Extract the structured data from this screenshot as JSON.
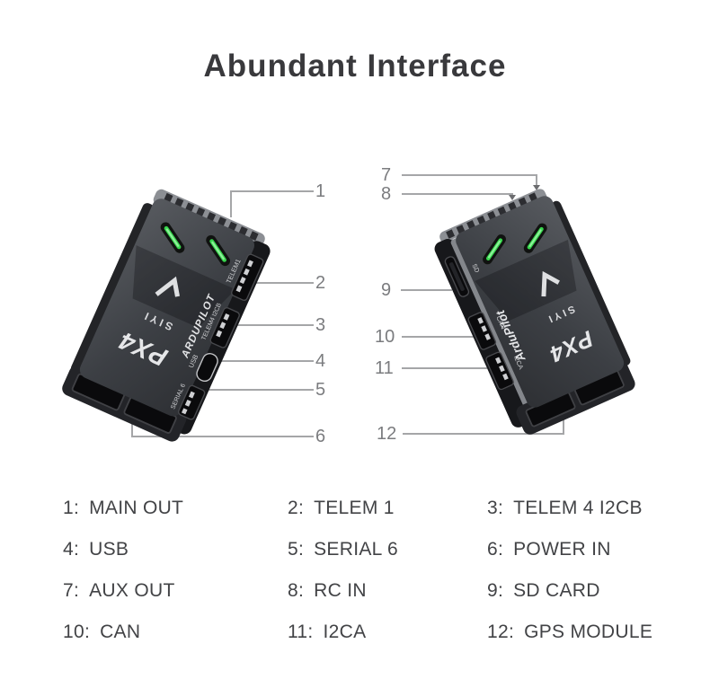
{
  "title": "Abundant Interface",
  "colors": {
    "led_green": "#37d64d",
    "device_body": "#3a3d42",
    "device_bevel": "#8c8f94",
    "callout_line": "#a5a6a8",
    "callout_number": "#7b7c7f",
    "title_text": "#39393c",
    "legend_text": "#424346"
  },
  "devices": {
    "left": {
      "markings": {
        "brand": "SIYI",
        "logo": "PX4",
        "firmware": "ARDUPILOT"
      },
      "ports": [
        "TELEM1",
        "TELEM4 I2CB",
        "USB",
        "SERIAL 6"
      ]
    },
    "right": {
      "markings": {
        "brand": "SIYI",
        "logo": "PX4",
        "firmware": "ArduPilot"
      },
      "ports": [
        "SD",
        "CAN",
        "I2CA"
      ]
    }
  },
  "callouts": {
    "left": [
      "1",
      "2",
      "3",
      "4",
      "5",
      "6"
    ],
    "right": [
      "7",
      "8",
      "9",
      "10",
      "11",
      "12"
    ]
  },
  "legend": {
    "items": [
      {
        "num": "1:",
        "label": "MAIN OUT"
      },
      {
        "num": "2:",
        "label": "TELEM 1"
      },
      {
        "num": "3:",
        "label": "TELEM 4 I2CB"
      },
      {
        "num": "4:",
        "label": "USB"
      },
      {
        "num": "5:",
        "label": "SERIAL 6"
      },
      {
        "num": "6:",
        "label": "POWER IN"
      },
      {
        "num": "7:",
        "label": "AUX OUT"
      },
      {
        "num": "8:",
        "label": "RC IN"
      },
      {
        "num": "9:",
        "label": "SD CARD"
      },
      {
        "num": "10:",
        "label": "CAN"
      },
      {
        "num": "11:",
        "label": "I2CA"
      },
      {
        "num": "12:",
        "label": "GPS MODULE"
      }
    ]
  }
}
